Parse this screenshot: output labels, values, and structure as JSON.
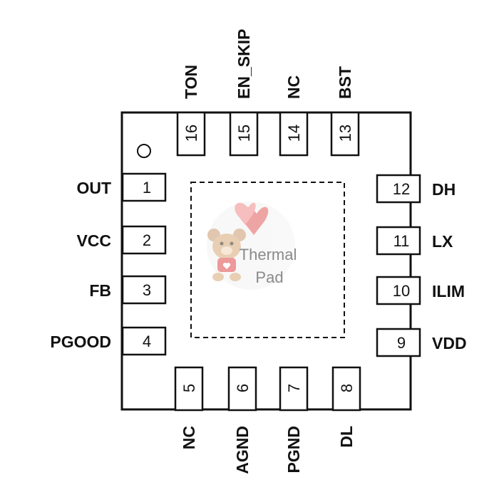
{
  "package": {
    "thermal_pad": {
      "line1": "Thermal",
      "line2": "Pad"
    },
    "left_pins": [
      {
        "number": "1",
        "name": "OUT"
      },
      {
        "number": "2",
        "name": "VCC"
      },
      {
        "number": "3",
        "name": "FB"
      },
      {
        "number": "4",
        "name": "PGOOD"
      }
    ],
    "bottom_pins": [
      {
        "number": "5",
        "name": "NC"
      },
      {
        "number": "6",
        "name": "AGND"
      },
      {
        "number": "7",
        "name": "PGND"
      },
      {
        "number": "8",
        "name": "DL"
      }
    ],
    "right_pins": [
      {
        "number": "9",
        "name": "VDD"
      },
      {
        "number": "10",
        "name": "ILIM"
      },
      {
        "number": "11",
        "name": "LX"
      },
      {
        "number": "12",
        "name": "DH"
      }
    ],
    "top_pins": [
      {
        "number": "13",
        "name": "BST"
      },
      {
        "number": "14",
        "name": "NC"
      },
      {
        "number": "15",
        "name": "EN_SKIP"
      },
      {
        "number": "16",
        "name": "TON"
      }
    ]
  }
}
